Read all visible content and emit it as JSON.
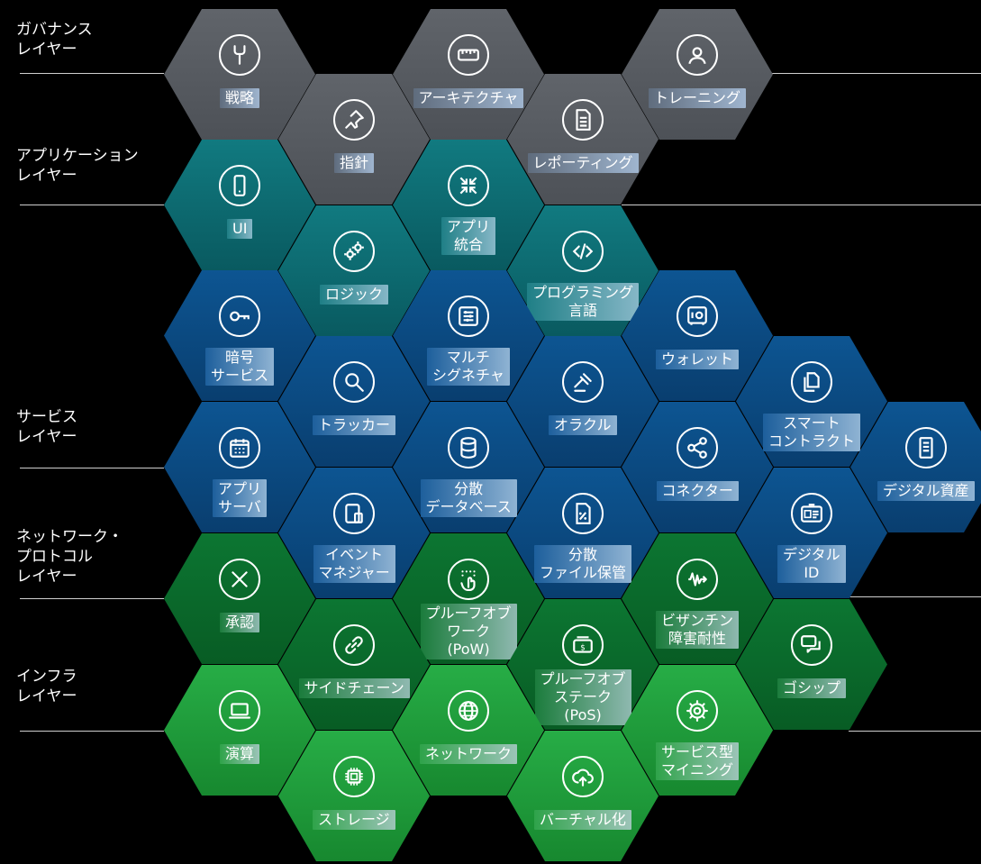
{
  "layers": [
    {
      "id": "governance",
      "label": "ガバナンス\nレイヤー"
    },
    {
      "id": "application",
      "label": "アプリケーション\nレイヤー"
    },
    {
      "id": "service",
      "label": "サービス\nレイヤー"
    },
    {
      "id": "network",
      "label": "ネットワーク・\nプロトコル\nレイヤー"
    },
    {
      "id": "infra",
      "label": "インフラ\nレイヤー"
    }
  ],
  "colors": {
    "gray": "#575b61",
    "teal": "#0b6a70",
    "blue": "#0b4a82",
    "darkgreen": "#0a6a2c",
    "green": "#1e9e3a",
    "background": "#000000"
  },
  "hexes": [
    {
      "name": "strategy",
      "label": "戦略",
      "icon": "fork-icon",
      "color": "gray"
    },
    {
      "name": "architecture",
      "label": "アーキテクチャ",
      "icon": "ruler-icon",
      "color": "gray"
    },
    {
      "name": "training",
      "label": "トレーニング",
      "icon": "person-icon",
      "color": "gray"
    },
    {
      "name": "guideline",
      "label": "指針",
      "icon": "pushpin-icon",
      "color": "gray"
    },
    {
      "name": "reporting",
      "label": "レポーティング",
      "icon": "document-icon",
      "color": "gray"
    },
    {
      "name": "ui",
      "label": "UI",
      "icon": "smartphone-icon",
      "color": "teal"
    },
    {
      "name": "app-integration",
      "label": "アプリ\n統合",
      "icon": "compress-arrows-icon",
      "color": "teal"
    },
    {
      "name": "logic",
      "label": "ロジック",
      "icon": "gears-icon",
      "color": "teal"
    },
    {
      "name": "programming-language",
      "label": "プログラミング\n言語",
      "icon": "code-icon",
      "color": "teal"
    },
    {
      "name": "crypto-service",
      "label": "暗号\nサービス",
      "icon": "key-icon",
      "color": "blue"
    },
    {
      "name": "multisig",
      "label": "マルチ\nシグネチャ",
      "icon": "abacus-icon",
      "color": "blue"
    },
    {
      "name": "wallet",
      "label": "ウォレット",
      "icon": "safe-icon",
      "color": "blue"
    },
    {
      "name": "tracker",
      "label": "トラッカー",
      "icon": "magnifier-icon",
      "color": "blue"
    },
    {
      "name": "oracle",
      "label": "オラクル",
      "icon": "gavel-icon",
      "color": "blue"
    },
    {
      "name": "smart-contract",
      "label": "スマート\nコントラクト",
      "icon": "copy-document-icon",
      "color": "blue"
    },
    {
      "name": "app-server",
      "label": "アプリ\nサーバ",
      "icon": "calendar-icon",
      "color": "blue"
    },
    {
      "name": "distributed-database",
      "label": "分散\nデータベース",
      "icon": "database-icon",
      "color": "blue"
    },
    {
      "name": "connector",
      "label": "コネクター",
      "icon": "share-icon",
      "color": "blue"
    },
    {
      "name": "digital-asset",
      "label": "デジタル資産",
      "icon": "server-icon",
      "color": "blue"
    },
    {
      "name": "event-manager",
      "label": "イベント\nマネジャー",
      "icon": "tablet-icon",
      "color": "blue"
    },
    {
      "name": "distributed-file-storage",
      "label": "分散\nファイル保管",
      "icon": "percent-file-icon",
      "color": "blue"
    },
    {
      "name": "digital-id",
      "label": "デジタル\nID",
      "icon": "id-card-icon",
      "color": "blue"
    },
    {
      "name": "approval",
      "label": "承認",
      "icon": "cross-icon",
      "color": "darkgreen"
    },
    {
      "name": "proof-of-work",
      "label": "プルーフオブ\nワーク\n(PoW)",
      "icon": "hand-tap-icon",
      "color": "darkgreen"
    },
    {
      "name": "bft",
      "label": "ビザンチン\n障害耐性",
      "icon": "signal-icon",
      "color": "darkgreen"
    },
    {
      "name": "sidechain",
      "label": "サイドチェーン",
      "icon": "link-icon",
      "color": "darkgreen"
    },
    {
      "name": "proof-of-stake",
      "label": "プルーフオブ\nステーク\n(PoS)",
      "icon": "cash-icon",
      "color": "darkgreen"
    },
    {
      "name": "gossip",
      "label": "ゴシップ",
      "icon": "chat-icon",
      "color": "darkgreen"
    },
    {
      "name": "compute",
      "label": "演算",
      "icon": "laptop-icon",
      "color": "green"
    },
    {
      "name": "network",
      "label": "ネットワーク",
      "icon": "globe-icon",
      "color": "green"
    },
    {
      "name": "mining-as-a-service",
      "label": "サービス型\nマイニング",
      "icon": "gear-icon",
      "color": "green"
    },
    {
      "name": "storage",
      "label": "ストレージ",
      "icon": "chip-icon",
      "color": "green"
    },
    {
      "name": "virtualization",
      "label": "バーチャル化",
      "icon": "cloud-upload-icon",
      "color": "green"
    }
  ]
}
